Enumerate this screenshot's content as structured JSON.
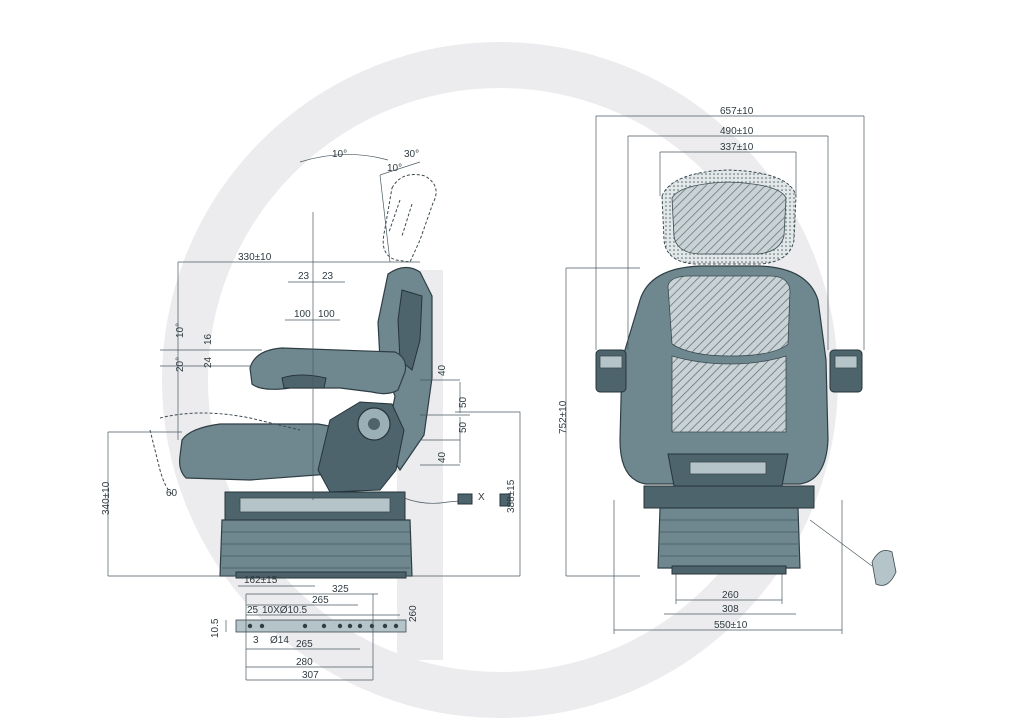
{
  "side_view": {
    "labels": {
      "back_angle_10": "10°",
      "back_angle_30": "30°",
      "back_angle_10b": "10°",
      "width_330": "330±10",
      "d23a": "23",
      "d23b": "23",
      "d100a": "100",
      "d100b": "100",
      "tilt_10": "10°",
      "tilt_20": "20°",
      "h16": "16",
      "h24": "24",
      "v40a": "40",
      "v50a": "50",
      "v50b": "50",
      "v40b": "40",
      "h340": "340±10",
      "d60": "60",
      "x_mark": "X",
      "h388": "388±15",
      "d162": "162±15"
    }
  },
  "rail_view": {
    "labels": {
      "d325": "325",
      "d265a": "265",
      "d25": "25",
      "holes": "10XØ10.5",
      "d260": "260",
      "d10_5": "10.5",
      "d3": "3",
      "d14": "Ø14",
      "d265b": "265",
      "d280": "280",
      "d307": "307"
    }
  },
  "front_view": {
    "labels": {
      "w657": "657±10",
      "w490": "490±10",
      "w337": "337±10",
      "h752": "752±10",
      "w260": "260",
      "w308": "308",
      "w550": "550±10"
    }
  },
  "colors": {
    "seat_body": "#6f8890",
    "outline": "#2f3e44",
    "watermark": "#e8ebec"
  }
}
